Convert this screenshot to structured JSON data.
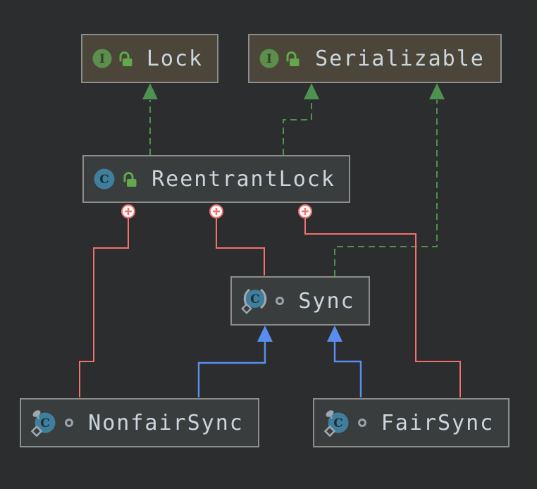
{
  "diagram": {
    "title": "ReentrantLock class hierarchy UML diagram",
    "icon_letters": {
      "interface": "I",
      "class": "C"
    },
    "nodes": [
      {
        "label": "Lock",
        "type": "interface",
        "visibility": "public"
      },
      {
        "label": "Serializable",
        "type": "interface",
        "visibility": "public"
      },
      {
        "label": "ReentrantLock",
        "type": "class",
        "visibility": "public"
      },
      {
        "label": "Sync",
        "type": "abstract class",
        "visibility": "package-private",
        "modifiers": [
          "static"
        ]
      },
      {
        "label": "NonfairSync",
        "type": "class",
        "visibility": "package-private",
        "modifiers": [
          "static",
          "final"
        ]
      },
      {
        "label": "FairSync",
        "type": "class",
        "visibility": "package-private",
        "modifiers": [
          "static",
          "final"
        ]
      }
    ],
    "edges": [
      {
        "from": "ReentrantLock",
        "to": "Lock",
        "type": "realization"
      },
      {
        "from": "ReentrantLock",
        "to": "Serializable",
        "type": "realization"
      },
      {
        "from": "Sync",
        "to": "Serializable",
        "type": "realization"
      },
      {
        "from": "NonfairSync",
        "to": "Sync",
        "type": "generalization"
      },
      {
        "from": "FairSync",
        "to": "Sync",
        "type": "generalization"
      },
      {
        "from": "ReentrantLock",
        "to": "NonfairSync",
        "type": "inner-class"
      },
      {
        "from": "ReentrantLock",
        "to": "Sync",
        "type": "inner-class"
      },
      {
        "from": "ReentrantLock",
        "to": "FairSync",
        "type": "inner-class"
      }
    ],
    "colors": {
      "background": "#2b2d2e",
      "node_border": "#8d8d8d",
      "interface_fill": "#4b4639",
      "class_fill": "#3a3d3e",
      "label_text": "#ccd6de",
      "realization_edge": "#4f9151",
      "generalization_edge": "#5b8def",
      "inner_class_edge": "#f2706d",
      "interface_icon": "#5c8f4c",
      "class_icon": "#3f7e9c",
      "unlock_icon": "#62a84c",
      "badge_gray": "#9da8b1"
    }
  }
}
